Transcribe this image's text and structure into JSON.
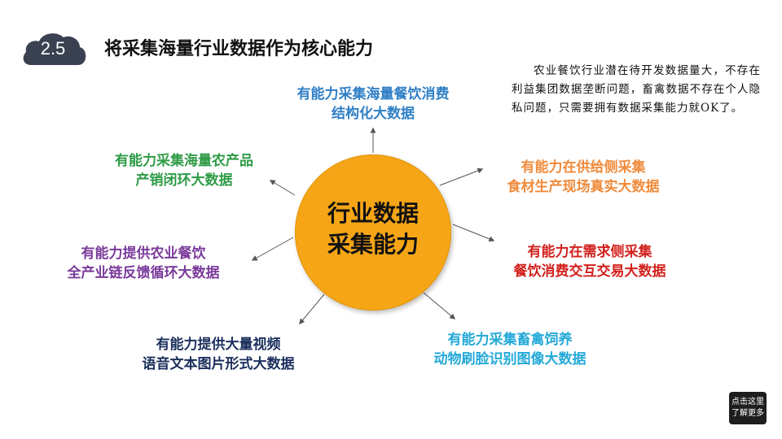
{
  "header": {
    "badge": "2.5",
    "title": "将采集海量行业数据作为核心能力"
  },
  "note": "农业餐饮行业潜在待开发数据量大，不存在利益集团数据垄断问题，畜禽数据不存在个人隐私问题，只需要拥有数据采集能力就OK了。",
  "hub": {
    "line1": "行业数据",
    "line2": "采集能力"
  },
  "items": [
    {
      "line1": "有能力采集海量餐饮消费",
      "line2": "结构化大数据"
    },
    {
      "line1": "有能力在供给侧采集",
      "line2": "食材生产现场真实大数据"
    },
    {
      "line1": "有能力在需求侧采集",
      "line2": "餐饮消费交互交易大数据"
    },
    {
      "line1": "有能力采集畜禽饲养",
      "line2": "动物刷脸识别图像大数据"
    },
    {
      "line1": "有能力提供大量视频",
      "line2": "语音文本图片形式大数据"
    },
    {
      "line1": "有能力提供农业餐饮",
      "line2": "全产业链反馈循环大数据"
    },
    {
      "line1": "有能力采集海量农产品",
      "line2": "产销闭环大数据"
    }
  ],
  "button": {
    "line1": "点击这里",
    "line2": "了解更多"
  },
  "colors": {
    "hub": "#f5a516",
    "badge": "#3a4150",
    "blue": "#2f7fc6",
    "green": "#2e9b46",
    "orange": "#f08a3a",
    "red": "#d2201c",
    "purple": "#7a3a9a",
    "navy": "#1a2f5c",
    "cyan": "#22a9d8"
  }
}
